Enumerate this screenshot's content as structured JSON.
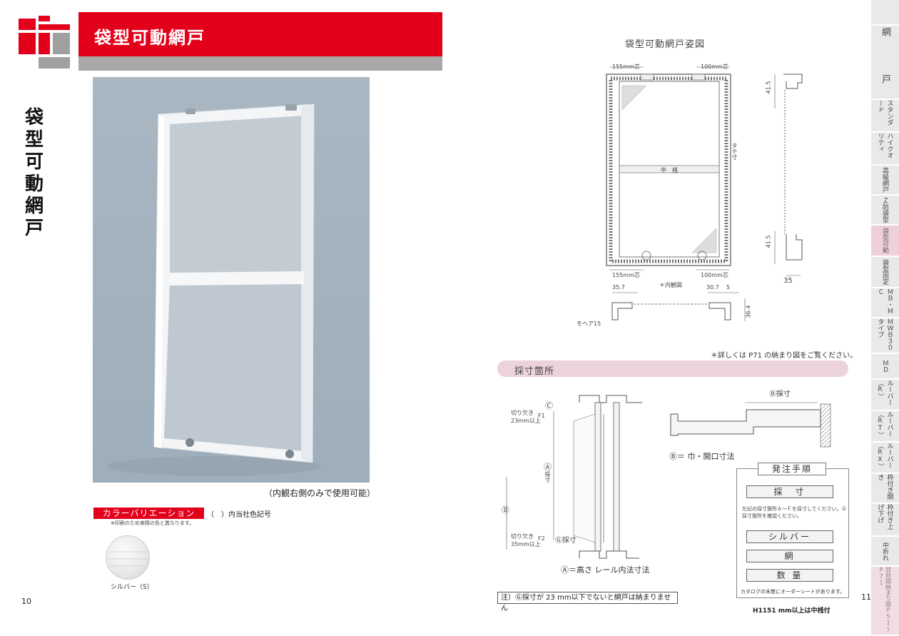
{
  "header": {
    "title": "袋型可動網戸"
  },
  "vertical_title": [
    "袋",
    "型",
    "可",
    "動",
    "網",
    "戸"
  ],
  "photo": {
    "caption": "（内観右側のみで使用可能）"
  },
  "color_variation": {
    "badge": "カラーバリエーション",
    "note": "（　）内当社色記号",
    "sub_note": "※印刷のため実際の色と異なります。",
    "swatches": [
      {
        "label": "シルバー（S）",
        "color": "#e9e9e9"
      }
    ]
  },
  "page_left": "10",
  "drawing": {
    "title": "袋型可動網戸姿図",
    "dim_155_top": "155mm芯",
    "dim_100_top": "100mm芯",
    "dim_155_bot": "155mm芯",
    "dim_100_bot": "100mm芯",
    "naikan": "＊内観図",
    "nakasan": "中　桟",
    "tatesan": "タテ寸",
    "side_415_top": "41.5",
    "side_415_bot": "41.5",
    "side_35": "35",
    "plan_357": "35.7",
    "plan_307": "30.7",
    "plan_5": "5",
    "plan_364": "36.4",
    "mohea": "モヘア15"
  },
  "detail_note": "＊詳しくは P71 の納まり図をご覧ください。",
  "measure": {
    "section_title": "採寸箇所",
    "kirikaki1": "切り欠き",
    "kirikaki1b": "23mm以上",
    "kirikaki2": "切り欠き",
    "kirikaki2b": "35mm以上",
    "a_label": "Ⓐ",
    "a_text": "採寸",
    "c_label": "Ⓒ",
    "d_label": "Ⓓ",
    "f1": "F1",
    "f2": "F2",
    "g_label": "Ⓖ採寸",
    "a_def": "Ⓐ＝高さ レール内法寸法",
    "b_top": "Ⓑ採寸",
    "b_def": "Ⓑ＝ 巾・開口寸法"
  },
  "order": {
    "title": "発注手順",
    "btn_measure": "採　寸",
    "note": "左記の採寸箇所Ａ～Ｆを採寸してください。Ｇ採寸箇所を確認ください。",
    "btn_silver": "シルバー",
    "btn_net": "網",
    "btn_qty": "数 量",
    "footer": "カタログの末巻にオーダーシートがあります。"
  },
  "h_note": "H1151 mm以上は中桟付",
  "warning": "注）Ⓖ採寸が 23 mm以下でないと網戸は納まりません",
  "page_right": "11",
  "side_tabs": [
    {
      "label": "網　戸"
    },
    {
      "label": "スタンダード"
    },
    {
      "label": "ハイクオリティ"
    },
    {
      "label": "高級網戸"
    },
    {
      "label": "Ｚ防袋型"
    },
    {
      "label": "袋型可動"
    },
    {
      "label": "袋型固定"
    },
    {
      "label": "ＭＢ・ＭＣ"
    },
    {
      "label": "ＭＷＢ３０タイプ"
    },
    {
      "label": "ＭＤ"
    },
    {
      "label": "ルーバー（R）"
    },
    {
      "label": "ルーバー（RT）"
    },
    {
      "label": "ルーバー（RX）"
    },
    {
      "label": "枠付き開き"
    },
    {
      "label": "枠付き上げ下げ"
    },
    {
      "label": "中折れ"
    },
    {
      "label": "部材図納まり図P51〜P71"
    }
  ]
}
